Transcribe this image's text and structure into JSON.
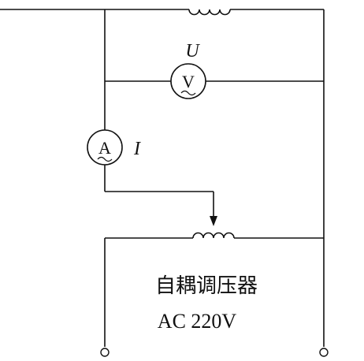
{
  "meters": {
    "voltmeter": {
      "symbol": "V",
      "quantity": "U"
    },
    "ammeter": {
      "symbol": "A",
      "quantity": "I"
    }
  },
  "transformer": {
    "name": "自耦调压器",
    "supply": "AC 220V"
  }
}
